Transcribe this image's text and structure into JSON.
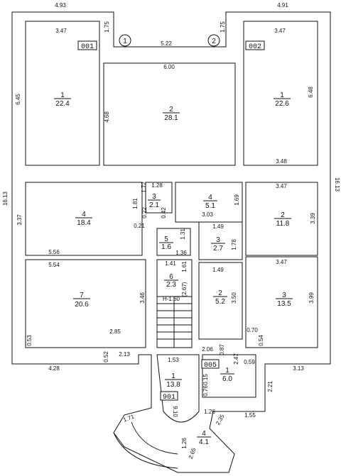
{
  "exterior_dims": {
    "top_left": "4.93",
    "top_right": "4.91",
    "left_side": "16.13",
    "right_side": "16.13",
    "bottom_left": "4.28",
    "bottom_right": "3.13",
    "porch_bottom": "1.55"
  },
  "markers": [
    {
      "label": "1",
      "tag": "001"
    },
    {
      "label": "2",
      "tag": "002"
    }
  ],
  "floor_tags": {
    "center": "005",
    "lower_left": "901"
  },
  "rooms": [
    {
      "number": "1",
      "area": "22.4"
    },
    {
      "number": "2",
      "area": "28.1"
    },
    {
      "number": "1",
      "area": "22.6"
    },
    {
      "number": "4",
      "area": "18.4"
    },
    {
      "number": "3",
      "area": "2.1"
    },
    {
      "number": "4",
      "area": "5.1"
    },
    {
      "number": "2",
      "area": "11.8"
    },
    {
      "number": "5",
      "area": "1.6"
    },
    {
      "number": "3",
      "area": "2.7"
    },
    {
      "number": "6",
      "area": "2.3"
    },
    {
      "number": "7",
      "area": "20.6"
    },
    {
      "number": "2",
      "area": "5.2"
    },
    {
      "number": "3",
      "area": "13.5"
    },
    {
      "number": "1",
      "area": "13.8"
    },
    {
      "number": "1",
      "area": "6.0"
    },
    {
      "number": "4",
      "area": "4.1"
    }
  ],
  "dims": {
    "d_347a": "3.47",
    "d_175a": "1.75",
    "d_175b": "1.75",
    "d_522": "5.22",
    "d_347b": "3.47",
    "d_600": "6.00",
    "d_645": "6.45",
    "d_468": "4.68",
    "d_648": "6.48",
    "d_348": "3.48",
    "d_172": "1.72",
    "d_128": "1.28",
    "d_181": "1.81",
    "d_022": "0.22",
    "d_042": "0.42",
    "d_021": "0.21",
    "d_337": "3.37",
    "d_556": "5.56",
    "d_303": "3.03",
    "d_169": "1.69",
    "d_347c": "3.47",
    "d_339": "3.39",
    "d_131": "1.31",
    "d_136": "1.36",
    "d_149a": "1.49",
    "d_178": "1.78",
    "d_554": "5.54",
    "d_141": "1.41",
    "d_161": "1.61",
    "d_267": "(2.67)",
    "d_h160": "H-1.60",
    "d_149b": "1.49",
    "d_347d": "3.47",
    "d_346": "3.46",
    "d_350": "3.50",
    "d_399": "3.99",
    "d_285": "2.85",
    "d_053": "0.53",
    "d_070": "0.70",
    "d_054": "0.54",
    "d_206": "2.06",
    "d_087": "0.87",
    "d_052": "0.52",
    "d_213": "2.13",
    "d_153": "1.53",
    "d_247": "2.47",
    "d_059": "0.59",
    "d_015": "0.15",
    "d_076": "0.76",
    "d_221": "2.21",
    "d_910": "9.10",
    "d_126a": "1.26",
    "d_235": "2.35",
    "d_171": "1.71",
    "d_126b": "1.26",
    "d_265": "2.65"
  }
}
